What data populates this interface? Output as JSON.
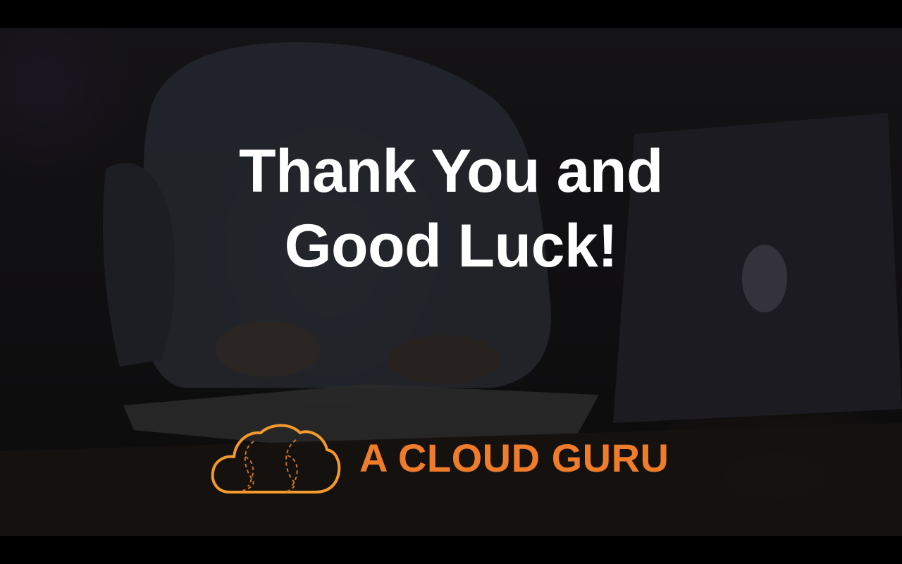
{
  "slide": {
    "headline_line1": "Thank You and",
    "headline_line2": "Good Luck!",
    "brand_name": "A CLOUD GURU"
  },
  "colors": {
    "background": "#000000",
    "headline": "#ffffff",
    "brand_orange": "#ee7c2a",
    "brand_cloud": "#f29a2e"
  },
  "icons": {
    "brand_logo": "cloud-icon"
  }
}
